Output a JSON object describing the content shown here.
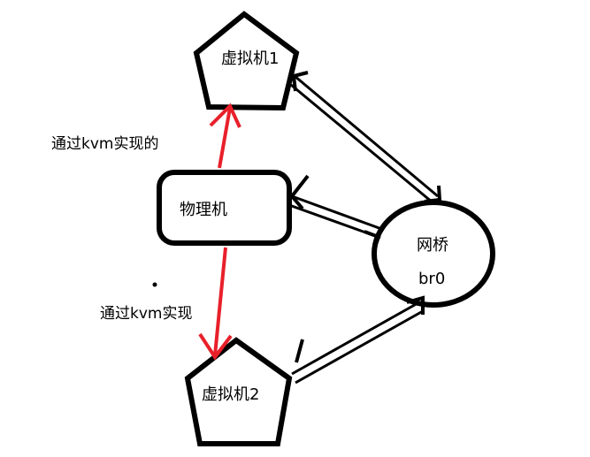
{
  "nodes": {
    "vm1": {
      "label": "虚拟机1"
    },
    "host": {
      "label": "物理机"
    },
    "bridge": {
      "label": "网桥",
      "sublabel": "br0"
    },
    "vm2": {
      "label": "虚拟机2"
    }
  },
  "annotations": {
    "upper": "通过kvm实现的",
    "lower": "通过kvm实现"
  },
  "colors": {
    "stroke": "#000000",
    "accent_arrow": "#e8202a",
    "background": "#ffffff"
  }
}
